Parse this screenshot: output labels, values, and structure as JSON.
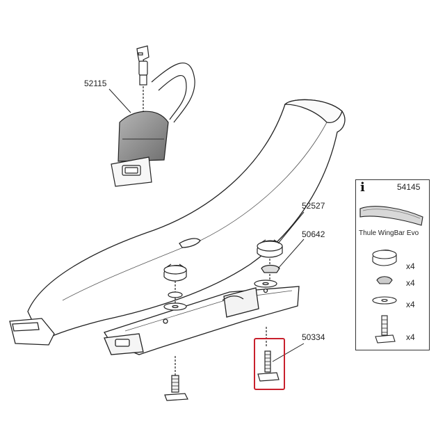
{
  "labels": {
    "lock": "52115",
    "knob": "52527",
    "washer": "50642",
    "tbolt": "50334"
  },
  "kit": {
    "number": "54145",
    "bar_name": "Thule WingBar Evo",
    "quantities": [
      "x4",
      "x4",
      "x4",
      "x4"
    ]
  },
  "colors": {
    "line": "#222222",
    "highlight": "#c8202c",
    "shade": "#8a8a8a"
  },
  "icons": {
    "info": "i"
  }
}
